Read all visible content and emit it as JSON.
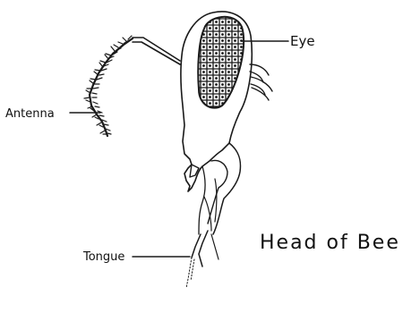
{
  "title": "Head of Bee",
  "labels": {
    "eye": "Eye",
    "antenna": "Antenna",
    "tongue": "Tongue"
  },
  "colors": {
    "ink": "#1a1a1a",
    "background": "#ffffff"
  }
}
